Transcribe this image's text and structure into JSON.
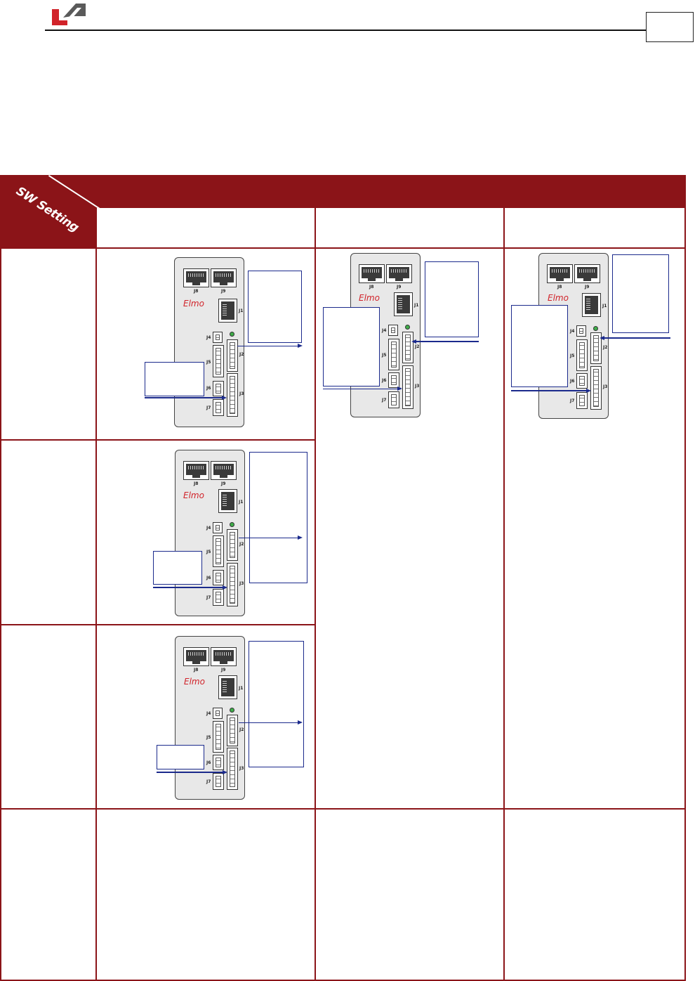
{
  "header": {
    "logo": "elmo-logo-mark"
  },
  "table": {
    "corner_label": "SW Setting"
  },
  "board": {
    "brand": "Elmo",
    "labels": {
      "j8": "J8",
      "j9": "J9",
      "j1": "J1",
      "j2": "J2",
      "j3": "J3",
      "j4": "J4",
      "j5": "J5",
      "j6": "J6",
      "j7": "J7"
    }
  },
  "colors": {
    "brand_red": "#8b1418",
    "callout_blue": "#1b2a8c",
    "elmo_red": "#d1232a"
  }
}
